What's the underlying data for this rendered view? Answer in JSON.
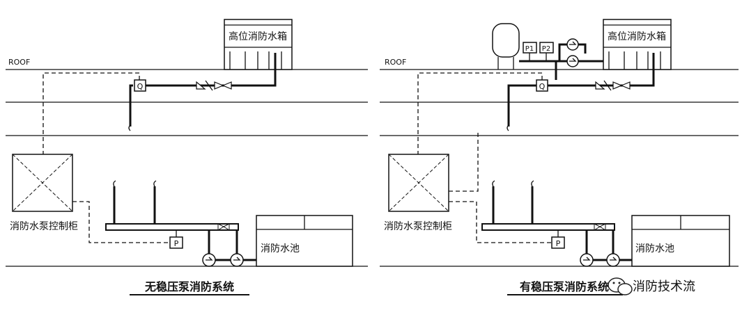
{
  "left": {
    "roof_label": "ROOF",
    "tank_label": "高位消防水箱",
    "flow_switch": "Q",
    "cabinet_label": "消防水泵控制柜",
    "pressure_switch": "P",
    "pool_label": "消防水池",
    "caption": "无稳压泵消防系统"
  },
  "right": {
    "roof_label": "ROOF",
    "tank_label": "高位消防水箱",
    "gauge_p1": "P1",
    "gauge_p2": "P2",
    "flow_switch": "Q",
    "cabinet_label": "消防水泵控制柜",
    "pressure_switch": "P",
    "pool_label": "消防水池",
    "caption": "有稳压泵消防系统"
  },
  "watermark": {
    "text": "消防技术流"
  },
  "colors": {
    "line": "#111111",
    "background": "#ffffff",
    "watermark": "#222222"
  }
}
